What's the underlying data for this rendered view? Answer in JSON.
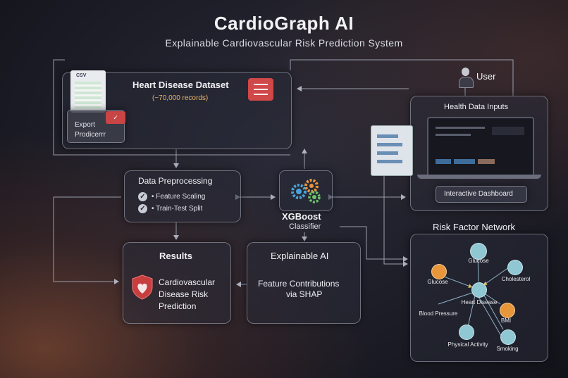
{
  "header": {
    "title": "CardioGraph AI",
    "subtitle": "Explainable Cardiovascular Risk Prediction System"
  },
  "dataset": {
    "csv_badge": "CSV",
    "title": "Heart Disease Dataset",
    "records": "(~70,000 records)",
    "export_line1": "Export",
    "export_line2": "Prodicerrr"
  },
  "user": {
    "label": "User"
  },
  "health_inputs": {
    "title": "Health Data Inputs",
    "dashboard_button": "Interactive Dashboard"
  },
  "preprocessing": {
    "title": "Data Preprocessing",
    "items": [
      "Feature Scaling",
      "Train-Test Split"
    ]
  },
  "model": {
    "name": "XGBoost",
    "type": "Classifier"
  },
  "results": {
    "title": "Results",
    "line1": "Cardiovascular",
    "line2": "Disease Risk",
    "line3": "Prediction"
  },
  "xai": {
    "title": "Explainable AI",
    "line1": "Feature Contributions",
    "line2": "via SHAP"
  },
  "risk_network": {
    "title": "Risk Factor Network",
    "nodes": {
      "glucose_top": "Glucose",
      "glucose_left": "Glucose",
      "cholesterol": "Cholesterol",
      "heart_disease": "Heart Disease",
      "blood_pressure": "Blood Pressure",
      "bmi": "BMI",
      "physical_activity": "Physical Activity",
      "smoking": "Smoking"
    }
  },
  "colors": {
    "accent_orange": "#e8963a",
    "node_teal": "#8fc7d3",
    "heart_red": "#d94a4a",
    "records_text": "#e8b46a"
  }
}
